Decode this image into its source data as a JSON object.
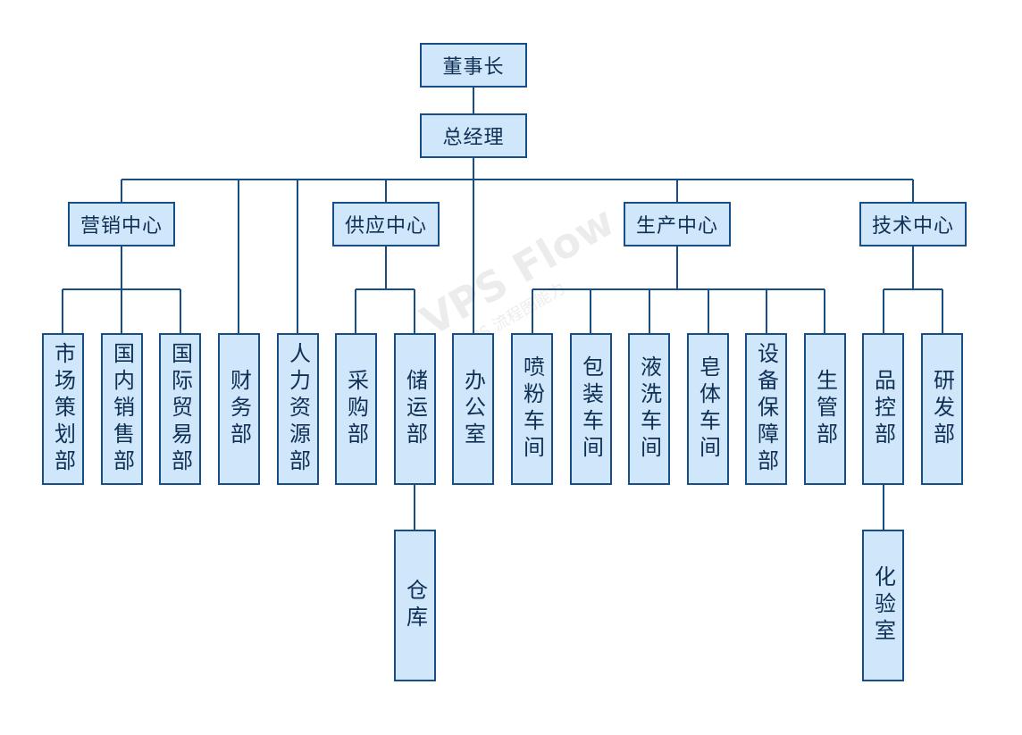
{
  "watermark": {
    "main": "VPS Flow",
    "sub": "WPS 流程图能力"
  },
  "nodes": {
    "chairman": "董事长",
    "gm": "总经理",
    "marketing": "营销中心",
    "supply": "供应中心",
    "production": "生产中心",
    "tech": "技术中心",
    "market_plan": "市场策划部",
    "domestic_sales": "国内销售部",
    "intl_trade": "国际贸易部",
    "finance": "财务部",
    "hr": "人力资源部",
    "purchasing": "采购部",
    "storage_transport": "储运部",
    "office": "办公室",
    "spray_powder": "喷粉车间",
    "packaging": "包装车间",
    "liquid_wash": "液洗车间",
    "soap": "皂体车间",
    "equipment": "设备保障部",
    "production_mgmt": "生管部",
    "qc": "品控部",
    "rd": "研发部",
    "warehouse": "仓库",
    "lab": "化验室"
  }
}
